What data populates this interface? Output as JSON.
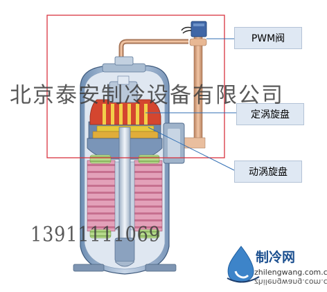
{
  "labels": {
    "pwm_valve": "PWM阀",
    "fixed_scroll": "定涡旋盘",
    "orbiting_scroll": "动涡旋盘"
  },
  "watermark": {
    "company": "北京泰安制冷设备有限公司",
    "phone": "13911111069"
  },
  "logo": {
    "name": "制冷网",
    "url": "zhilengwang.com.cn"
  },
  "colors": {
    "highlight_frame": "#d9333f",
    "callout_line": "#2f6db3",
    "label_fill": "#dfe8f3",
    "motor_stator": "#d98aa6",
    "motor_winding": "#b7d98d",
    "scroll_red": "#d2462f",
    "scroll_yellow": "#e6c93c",
    "pipe_copper": "#d8a27c",
    "shell_blue": "#587fa8"
  }
}
